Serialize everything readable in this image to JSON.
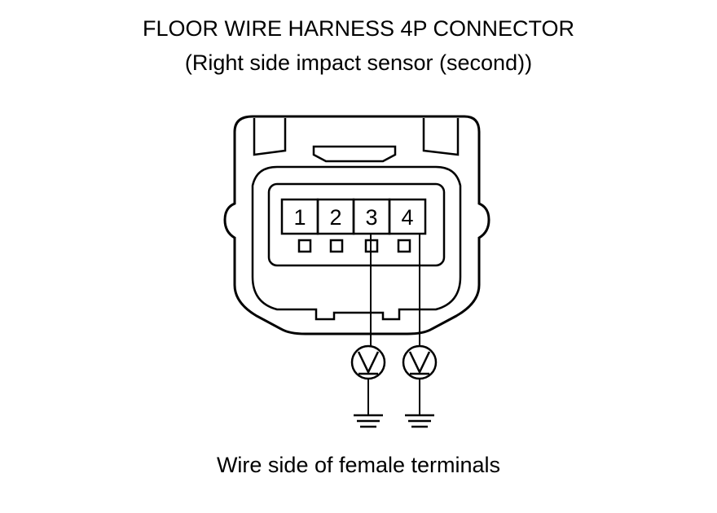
{
  "title": "FLOOR WIRE HARNESS 4P CONNECTOR",
  "subtitle": "(Right side impact sensor (second))",
  "connector": {
    "pins": [
      "1",
      "2",
      "3",
      "4"
    ]
  },
  "meters": [
    {
      "symbol": "V",
      "pin": "3"
    },
    {
      "symbol": "V",
      "pin": "4"
    }
  ],
  "caption": "Wire side of female terminals"
}
